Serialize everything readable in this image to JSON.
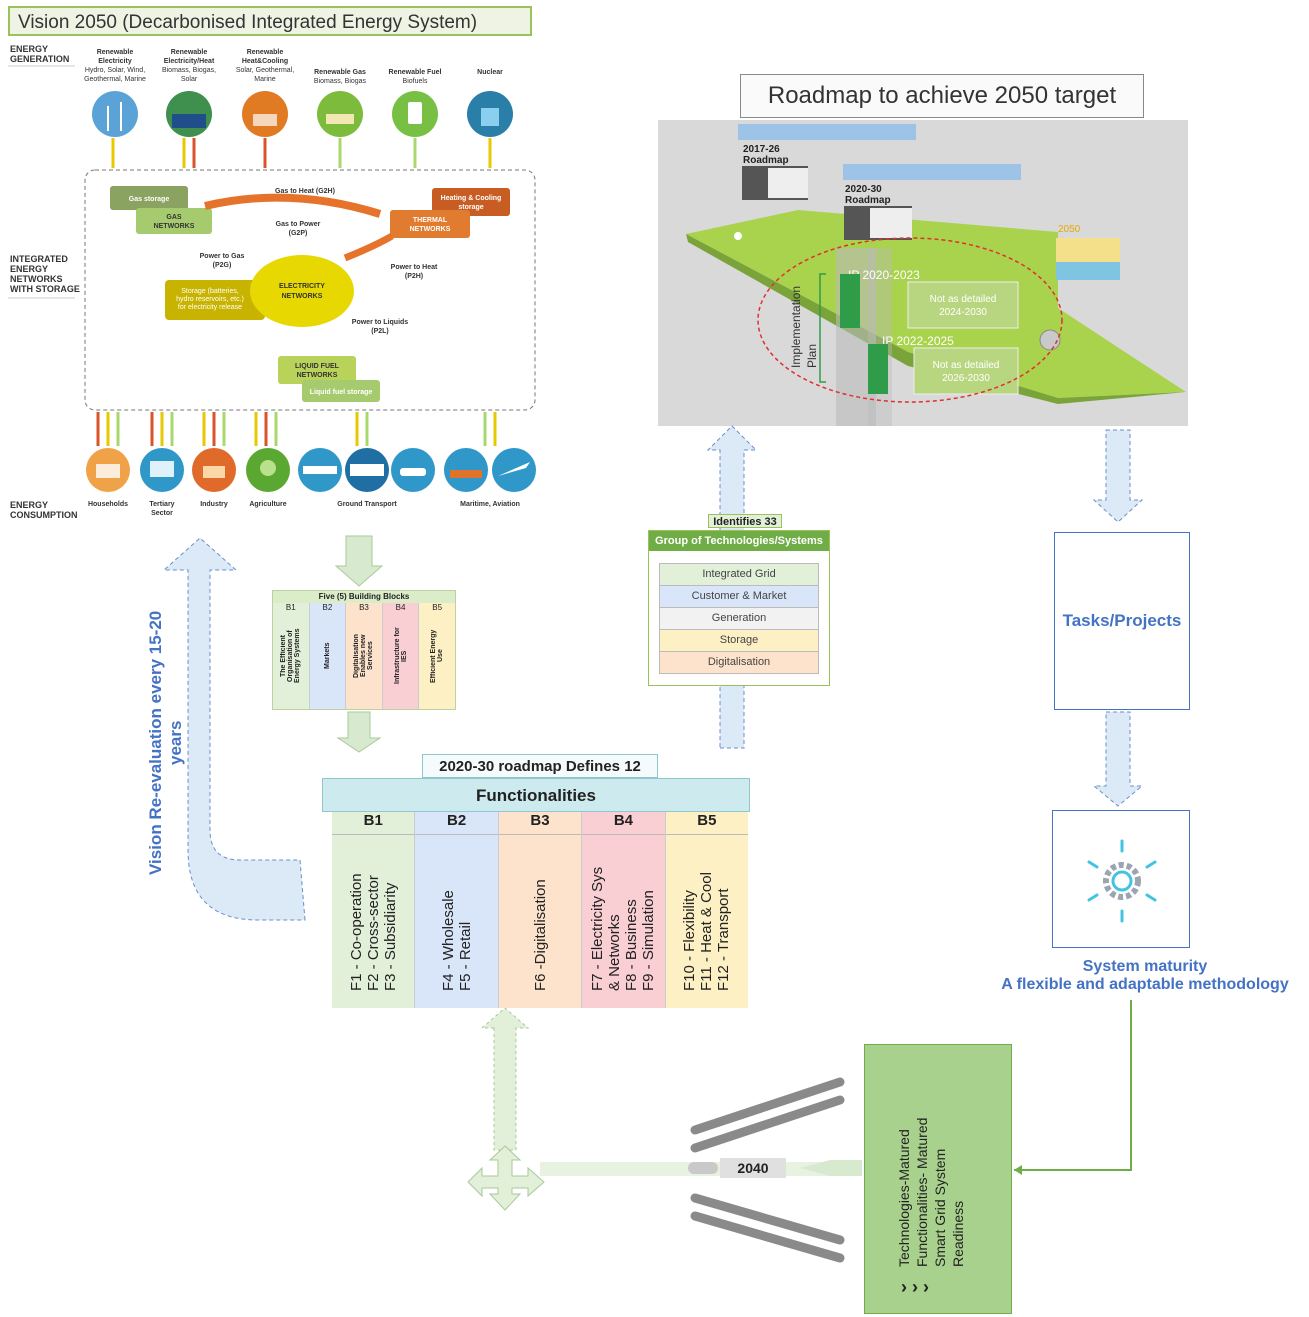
{
  "vision": {
    "title": "Vision 2050 (Decarbonised Integrated Energy System)",
    "sections": {
      "generation": [
        "ENERGY",
        "GENERATION"
      ],
      "integrated": [
        "INTEGRATED",
        "ENERGY",
        "NETWORKS",
        "WITH STORAGE"
      ],
      "consumption": [
        "ENERGY",
        "CONSUMPTION"
      ]
    },
    "generation": [
      {
        "l1": "Renewable",
        "l2": "Electricity",
        "l3": "Hydro, Solar, Wind,",
        "l4": "Geothermal, Marine"
      },
      {
        "l1": "Renewable",
        "l2": "Electricity/Heat",
        "l3": "Biomass, Biogas,",
        "l4": "Solar"
      },
      {
        "l1": "Renewable",
        "l2": "Heat&Cooling",
        "l3": "Solar, Geothermal,",
        "l4": "Marine"
      },
      {
        "l1": "Renewable Gas",
        "l2": "Biomass, Biogas",
        "l3": "",
        "l4": ""
      },
      {
        "l1": "Renewable Fuel",
        "l2": "Biofuels",
        "l3": "",
        "l4": ""
      },
      {
        "l1": "Nuclear",
        "l2": "",
        "l3": "",
        "l4": ""
      }
    ],
    "networks": {
      "gas_storage": "Gas storage",
      "gas_networks": [
        "GAS",
        "NETWORKS"
      ],
      "heating_cooling": [
        "Heating & Cooling",
        "storage"
      ],
      "thermal": [
        "THERMAL",
        "NETWORKS"
      ],
      "electricity": [
        "ELECTRICITY",
        "NETWORKS"
      ],
      "storage": [
        "Storage (batteries,",
        "hydro reservoirs, etc.)",
        "for electricity release"
      ],
      "liquid": [
        "LIQUID FUEL",
        "NETWORKS"
      ],
      "liquid_storage": "Liquid fuel storage",
      "g2h": "Gas to Heat (G2H)",
      "g2p": [
        "Gas to Power",
        "(G2P)"
      ],
      "p2g": [
        "Power to Gas",
        "(P2G)"
      ],
      "p2h": [
        "Power to Heat",
        "(P2H)"
      ],
      "p2l": [
        "Power to Liquids",
        "(P2L)"
      ]
    },
    "consumption": [
      {
        "l1": "Households",
        "l2": ""
      },
      {
        "l1": "Tertiary",
        "l2": "Sector"
      },
      {
        "l1": "Industry",
        "l2": ""
      },
      {
        "l1": "Agriculture",
        "l2": ""
      },
      {
        "l1": "Ground Transport",
        "l2": ""
      },
      {
        "l1": "Maritime, Aviation",
        "l2": ""
      }
    ]
  },
  "roadmap": {
    "title": "Roadmap to achieve 2050 target",
    "r1": [
      "2017-26",
      "Roadmap"
    ],
    "r2": [
      "2020-30",
      "Roadmap"
    ],
    "y2050": "2050",
    "ip1": "IP 2020-2023",
    "ip2": "IP 2022-2025",
    "nd1": [
      "Not as detailed",
      "2024-2030"
    ],
    "nd2": [
      "Not as detailed",
      "2026-2030"
    ],
    "impl": [
      "Implementation",
      "Plan"
    ]
  },
  "tech_group": {
    "badge": "Identifies 33",
    "header": "Group of Technologies/Systems",
    "items": [
      "Integrated Grid",
      "Customer & Market",
      "Generation",
      "Storage",
      "Digitalisation"
    ]
  },
  "five_blocks": {
    "title": "Five (5) Building Blocks",
    "codes": [
      "B1",
      "B2",
      "B3",
      "B4",
      "B5"
    ],
    "names": [
      [
        "The Efficient",
        "Organisation of",
        "Energy Systems"
      ],
      [
        "Markets"
      ],
      [
        "Digitalisation",
        "Enables new",
        "Services"
      ],
      [
        "Infrastructure for",
        "IES"
      ],
      [
        "Efficient Energy",
        "Use"
      ]
    ]
  },
  "func": {
    "badge": "2020-30 roadmap Defines 12",
    "header": "Functionalities",
    "blocks": [
      {
        "code": "B1",
        "items": [
          "F1 - Co-operation",
          "F2 - Cross-sector",
          "F3 - Subsidiarity"
        ]
      },
      {
        "code": "B2",
        "items": [
          "F4 - Wholesale",
          "F5 - Retail"
        ]
      },
      {
        "code": "B3",
        "items": [
          "F6 -Digitalisation"
        ]
      },
      {
        "code": "B4",
        "items": [
          "F7 - Electricity Sys",
          "& Networks",
          "F8 - Business",
          "F9 - Simulation"
        ]
      },
      {
        "code": "B5",
        "items": [
          "F10 - Flexibility",
          "F11 - Heat & Cool",
          "F12 - Transport"
        ]
      }
    ]
  },
  "re_eval": "Vision Re-evaluation every 15-20 years",
  "tasks": "Tasks/Projects",
  "maturity": [
    "System maturity",
    "A flexible and adaptable methodology"
  ],
  "readiness": [
    "Technologies-Matured",
    "Functionalities- Matured",
    "Smart Grid System",
    "Readiness"
  ],
  "year2040": "2040",
  "chevrons": "› › ›",
  "colors": {
    "green": "#8dc63f",
    "light_blue": "#dae8f5",
    "b1": "#e2efd9",
    "b2": "#d9e6fa",
    "b3": "#fde3cc",
    "b4": "#f9cfd4",
    "b5": "#fdf0c5",
    "teal_header": "#cdebee",
    "maturity_blue": "#4472c4",
    "readiness_green": "#a9d18e"
  }
}
